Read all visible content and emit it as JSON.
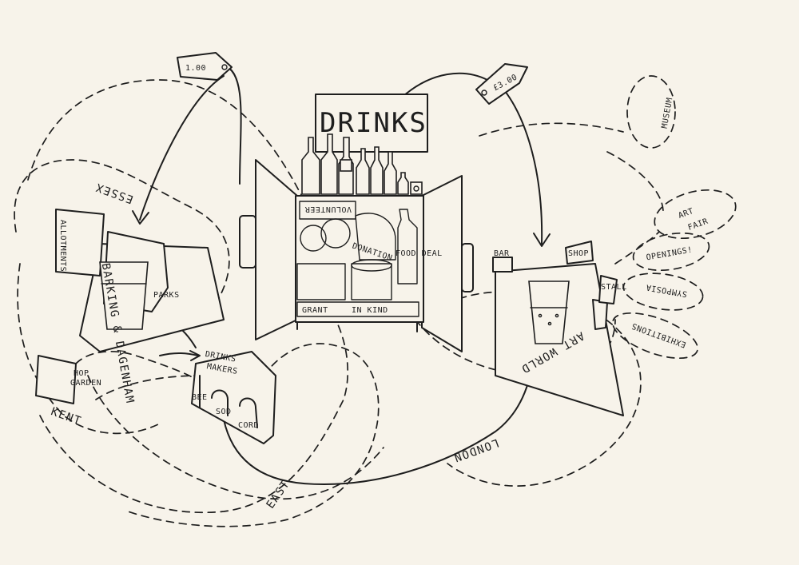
{
  "title_sign": "DRINKS",
  "price_tags": {
    "left": "1.00",
    "right": "£3.00"
  },
  "cabinet": {
    "volunteer": "VOLUNTEER",
    "donation": "DONATION",
    "food_deal": "FOOD DEAL",
    "grant": "GRANT",
    "in_kind": "IN KIND"
  },
  "regions": {
    "essex": "ESSEX",
    "barking": "BARKING & DAGENHAM",
    "kent": "KENT",
    "east": "EAST",
    "london": "LONDON",
    "art_world": "ART WORLD"
  },
  "left_site": {
    "allotments": "ALLOTMENTS",
    "parks": "PARKS",
    "hop_garden": "HOP GARDEN"
  },
  "makers": {
    "title": "DRINKS MAKERS",
    "beer": "BEE",
    "soda": "SOD",
    "cordial": "CORD"
  },
  "right_site": {
    "bar": "BAR",
    "shop": "SHOP",
    "stall": "STALL"
  },
  "art_bubbles": {
    "museum": "MUSEUM",
    "art": "ART",
    "fair": "FAIR",
    "openings": "OPENINGS!",
    "symposia": "SYMPOSIA",
    "exhibitions": "EXHIBITIONS"
  }
}
